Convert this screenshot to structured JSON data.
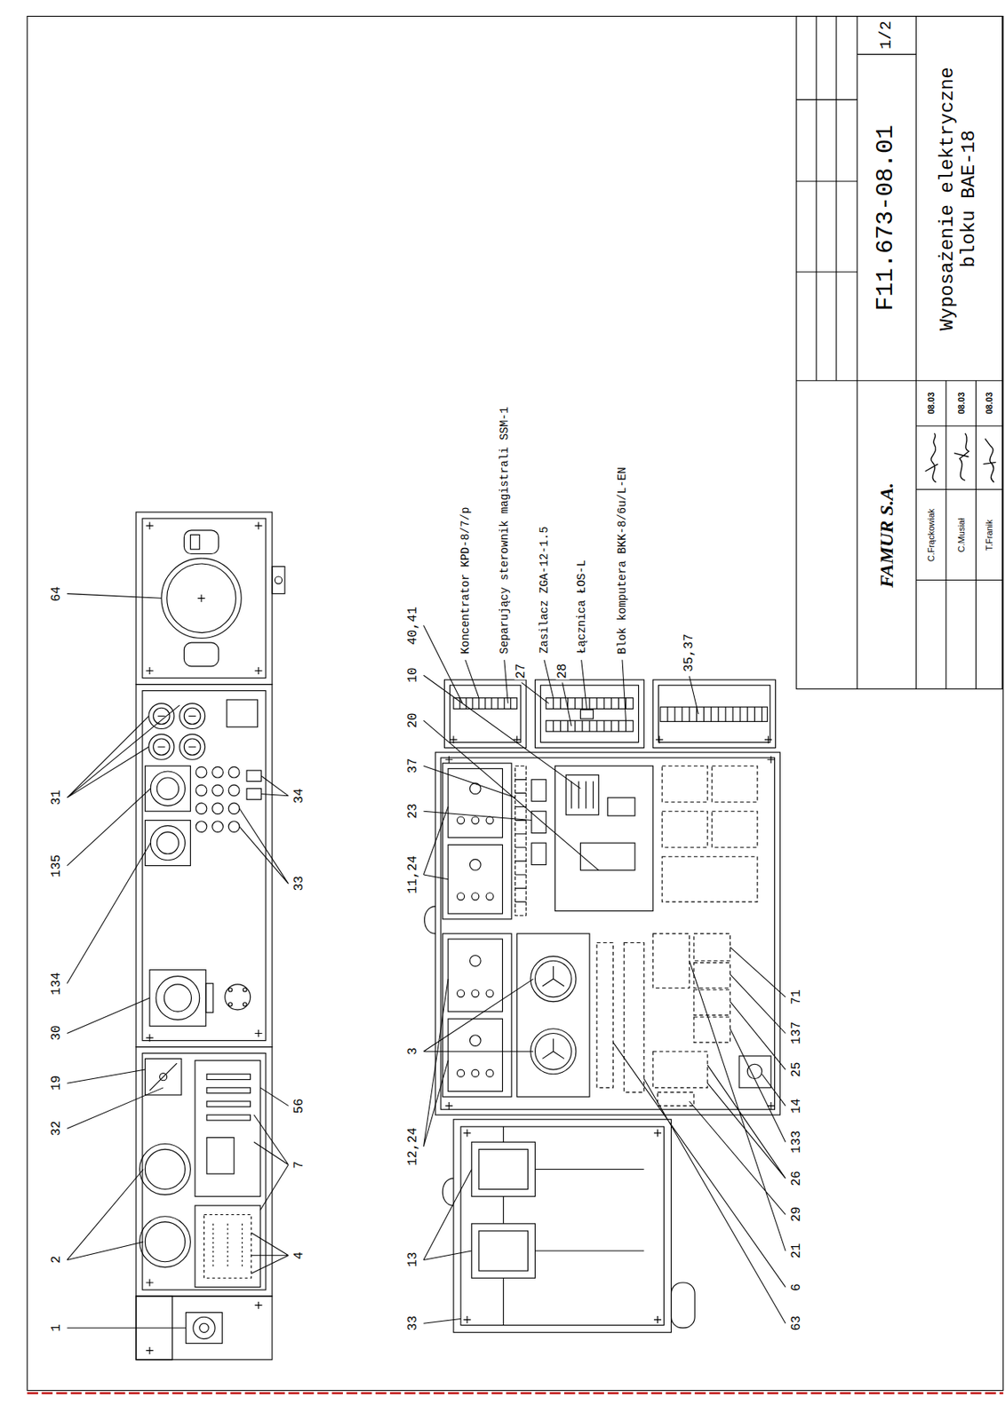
{
  "diagram": {
    "nodes": [
      {
        "text": [
          "FAMUR S.A."
        ]
      },
      {
        "text": [
          "F11.673-08.01"
        ]
      },
      {
        "text": [
          "1/2"
        ]
      },
      {
        "text": [
          "Wyposażenie elektryczne bloku BAE-18"
        ]
      },
      {
        "text": [
          "C.Frąckowiak"
        ]
      },
      {
        "text": [
          "08.03"
        ]
      },
      {
        "text": [
          "C.Musiał"
        ]
      },
      {
        "text": [
          "08.03"
        ]
      },
      {
        "text": [
          "T.Franik"
        ]
      },
      {
        "text": [
          "08.03"
        ]
      }
    ],
    "labels": [
      "64",
      "31",
      "135",
      "134",
      "30",
      "19",
      "32",
      "2",
      "1",
      "34",
      "33",
      "56",
      "7",
      "4",
      "40,41",
      "10",
      "20",
      "37",
      "23",
      "11,24",
      "3",
      "12,24",
      "13",
      "33",
      "Koncentrator KPD-8/7/p",
      "Separujący sterownik magistrali SSM-1",
      "Zasilacz ZGA-12-1.5",
      "Łącznica ŁOS-L",
      "Blok komputera BKK-8/6u/L-EN",
      "27",
      "28",
      "35,37",
      "71",
      "137",
      "25",
      "14",
      "133",
      "26",
      "29",
      "21",
      "6",
      "63"
    ]
  }
}
